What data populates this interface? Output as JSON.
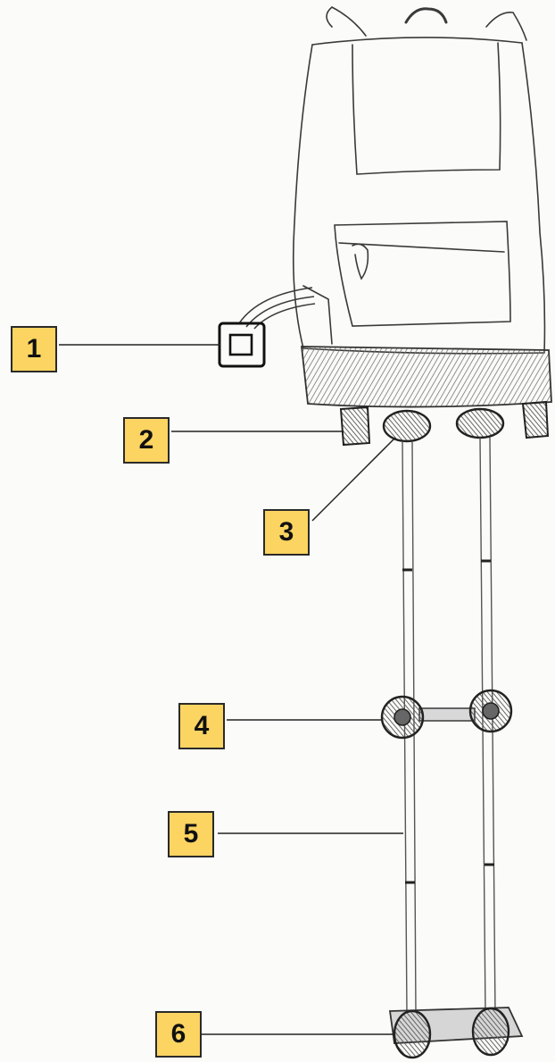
{
  "colors": {
    "callout_fill": "#fcd461",
    "callout_border": "#2a2a2a",
    "pencil": "#3a3a3a",
    "paper": "#fbfbf9"
  },
  "callouts": [
    {
      "label": "1",
      "target": "strap-clip-device"
    },
    {
      "label": "2",
      "target": "side-foot-block"
    },
    {
      "label": "3",
      "target": "upper-wheel-hub"
    },
    {
      "label": "4",
      "target": "middle-wheel-axle"
    },
    {
      "label": "5",
      "target": "telescopic-rail"
    },
    {
      "label": "6",
      "target": "base-wheel-platform"
    }
  ]
}
